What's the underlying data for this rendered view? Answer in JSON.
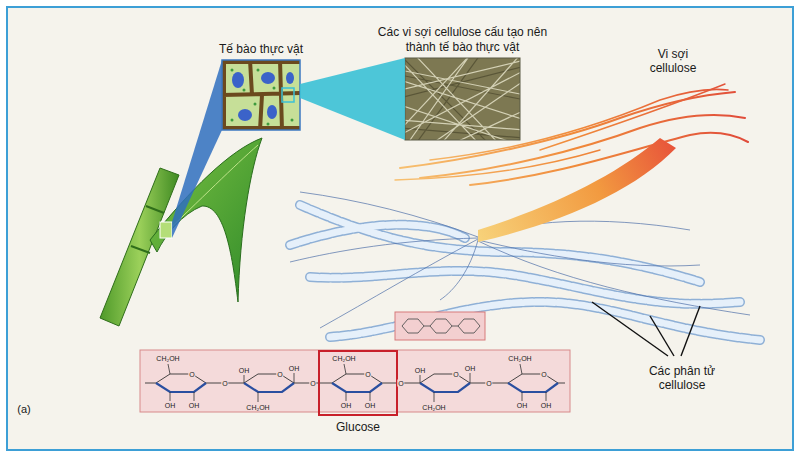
{
  "diagram": {
    "nodes": [
      {
        "text": [
          "Tế bào thực vật"
        ]
      },
      {
        "text": [
          "Các vi sợi cellulose cấu tạo nên thành tế bào thực vật"
        ]
      },
      {
        "text": [
          "Glucose"
        ]
      }
    ],
    "edges": [
      {
        "from": 0,
        "to": 1,
        "arrow": "none"
      }
    ],
    "labels": [
      "Vi sợi cellulose",
      "Các phân tử cellulose",
      "(a)",
      "CH₂OH",
      "O",
      "OH",
      "OH",
      "O",
      "CH₂OH",
      "O",
      "OH",
      "OH",
      "O",
      "CH₂OH",
      "O",
      "OH",
      "OH",
      "O",
      "CH₂OH",
      "O",
      "OH",
      "OH",
      "O",
      "CH₂OH",
      "O",
      "OH",
      "OH"
    ]
  }
}
